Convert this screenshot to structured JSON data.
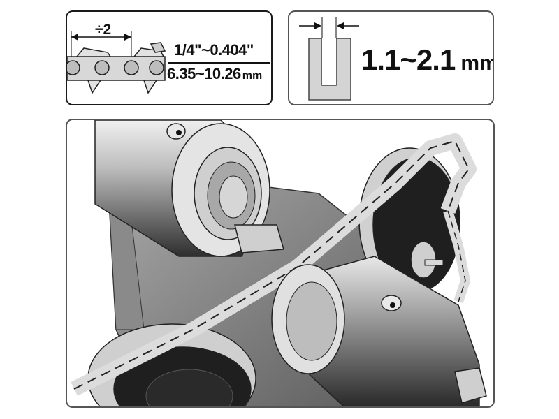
{
  "pitch_spec": {
    "divisor_label": "÷2",
    "pitch_inch": "1/4\"~0.404\"",
    "pitch_mm_value": "6.35~10.26",
    "pitch_mm_unit": "mm"
  },
  "gauge_spec": {
    "value": "1.1~2.1",
    "unit": "mm"
  },
  "scene": {
    "illustration": "chain-sharpener-with-grinding-wheel"
  },
  "colors": {
    "outline": "#1a1a1a",
    "metal_light": "#e6e6e6",
    "metal_mid": "#9a9a9a",
    "metal_dark": "#3c3c3c",
    "wheel_dark": "#1f1f1f",
    "chain_light": "#dcdcdc"
  }
}
